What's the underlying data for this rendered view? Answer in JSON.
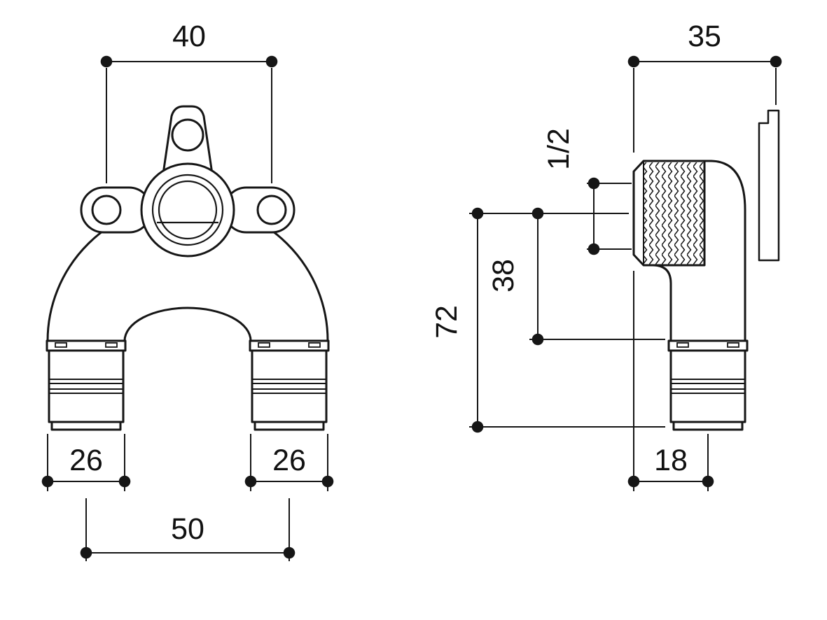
{
  "page": {
    "background": "#ffffff",
    "line_color": "#161616"
  },
  "diagram": {
    "front_view": {
      "dim_hole_spacing": "40",
      "dim_left_outlet": "26",
      "dim_right_outlet": "26",
      "dim_outlet_spacing": "50"
    },
    "side_view": {
      "dim_depth": "35",
      "dim_thread": "1/2",
      "dim_center_to_sleeve": "38",
      "dim_center_to_end": "72",
      "dim_face_to_axis": "18"
    }
  }
}
